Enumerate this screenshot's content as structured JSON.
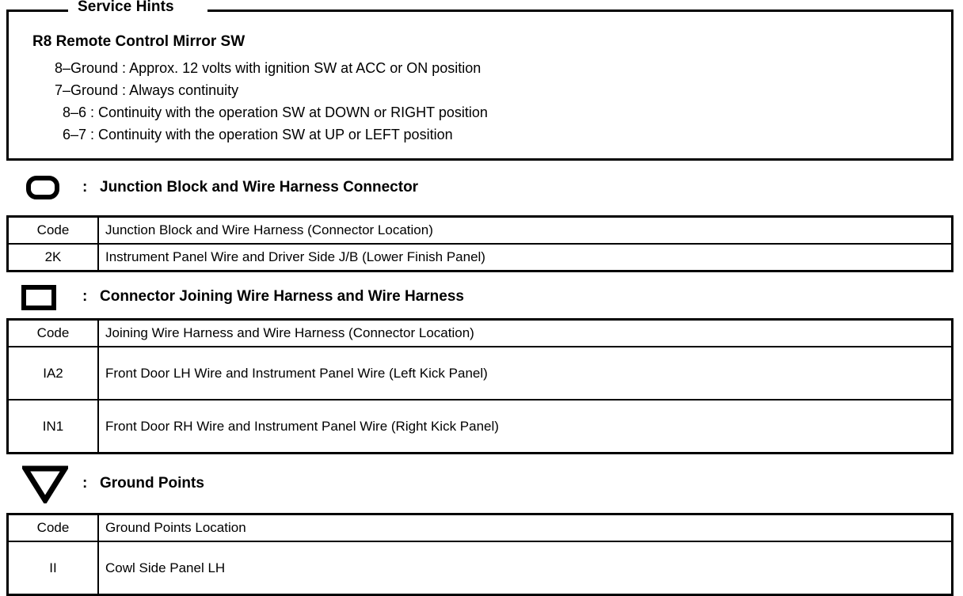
{
  "service_hints": {
    "title": "Service Hints",
    "heading": "R8  Remote Control Mirror SW",
    "lines": [
      {
        "text": "8–Ground : Approx. 12 volts with ignition SW at ACC or ON position",
        "level": 1
      },
      {
        "text": "7–Ground : Always continuity",
        "level": 1
      },
      {
        "text": "8–6 : Continuity with the operation SW at DOWN or RIGHT position",
        "level": 2
      },
      {
        "text": "6–7 : Continuity with the operation SW at UP or LEFT position",
        "level": 2
      }
    ]
  },
  "sections": [
    {
      "icon": "oval-connector-icon",
      "colon": ":",
      "label": "Junction Block and Wire Harness Connector",
      "table": {
        "header": {
          "code": "Code",
          "description": "Junction Block and Wire Harness (Connector Location)"
        },
        "rows": [
          {
            "code": "2K",
            "description": "Instrument Panel Wire and Driver Side J/B (Lower Finish Panel)"
          }
        ]
      }
    },
    {
      "icon": "square-connector-icon",
      "colon": ":",
      "label": "Connector Joining Wire Harness and Wire Harness",
      "table": {
        "header": {
          "code": "Code",
          "description": "Joining Wire Harness and Wire Harness (Connector Location)"
        },
        "rows": [
          {
            "code": "IA2",
            "description": "Front Door LH Wire and Instrument Panel Wire (Left Kick Panel)"
          },
          {
            "code": "IN1",
            "description": "Front Door RH Wire and Instrument Panel Wire (Right Kick Panel)"
          }
        ]
      }
    },
    {
      "icon": "ground-triangle-icon",
      "colon": ":",
      "label": "Ground Points",
      "table": {
        "header": {
          "code": "Code",
          "description": "Ground Points Location"
        },
        "rows": [
          {
            "code": "II",
            "description": "Cowl Side Panel LH"
          }
        ]
      }
    }
  ],
  "colors": {
    "ink": "#000000",
    "page": "#ffffff"
  }
}
